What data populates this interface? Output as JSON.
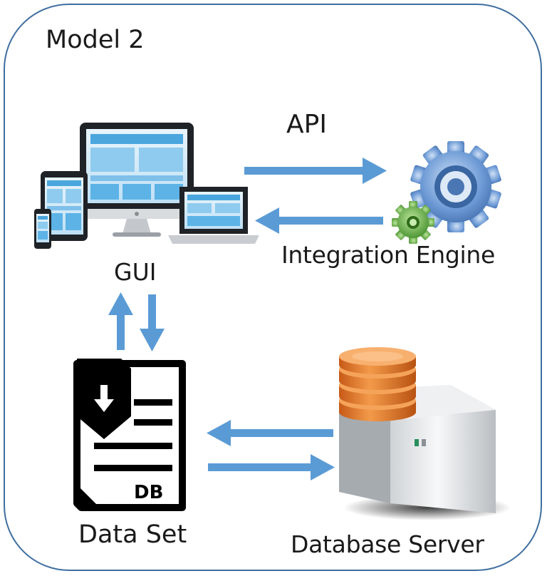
{
  "diagram": {
    "title": "Model 2",
    "api_label": "API",
    "gui_label": "GUI",
    "engine_label": "Integration Engine",
    "dataset_label": "Data Set",
    "dbserver_label": "Database Server",
    "document_badge": "DB"
  },
  "colors": {
    "frame_border": "#3f6ea0",
    "arrow": "#5b9bd5",
    "gear": "#4f7fbf",
    "small_gear": "#4e9a2f",
    "database_disks": "#e07a2e"
  },
  "icons": [
    "devices-icon",
    "gears-icon",
    "document-download-icon",
    "database-server-icon"
  ]
}
